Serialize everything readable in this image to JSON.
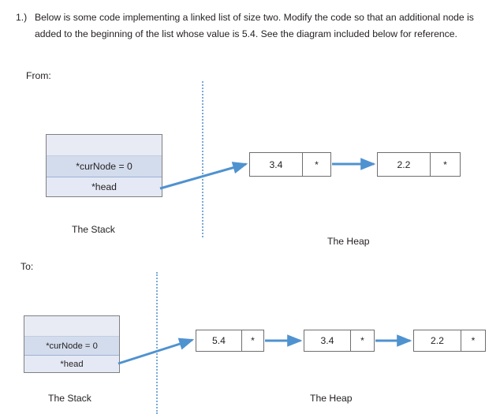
{
  "question": {
    "number": "1.)",
    "text": "Below is some code implementing a linked list of size two. Modify the code so that an additional node is added to the beginning of the list whose value is 5.4. See the diagram included below for reference."
  },
  "labels": {
    "from": "From:",
    "to": "To:"
  },
  "colors": {
    "arrow": "#4f92d0",
    "divider": "#7aa9d8",
    "stack_row_highlight": "#d3dcec",
    "stack_row_light": "#e8ebf4",
    "node_border": "#6e6e6e",
    "text": "#231f20"
  },
  "diagram_from": {
    "stack": {
      "caption": "The Stack",
      "rows": [
        {
          "label": ""
        },
        {
          "label": "*curNode = 0"
        },
        {
          "label": "*head"
        }
      ]
    },
    "heap": {
      "caption": "The Heap",
      "nodes": [
        {
          "value": "3.4",
          "pointer": "*"
        },
        {
          "value": "2.2",
          "pointer": "*"
        }
      ]
    }
  },
  "diagram_to": {
    "stack": {
      "caption": "The Stack",
      "rows": [
        {
          "label": ""
        },
        {
          "label": "*curNode = 0"
        },
        {
          "label": "*head"
        }
      ]
    },
    "heap": {
      "caption": "The Heap",
      "nodes": [
        {
          "value": "5.4",
          "pointer": "*"
        },
        {
          "value": "3.4",
          "pointer": "*"
        },
        {
          "value": "2.2",
          "pointer": "*"
        }
      ]
    }
  }
}
